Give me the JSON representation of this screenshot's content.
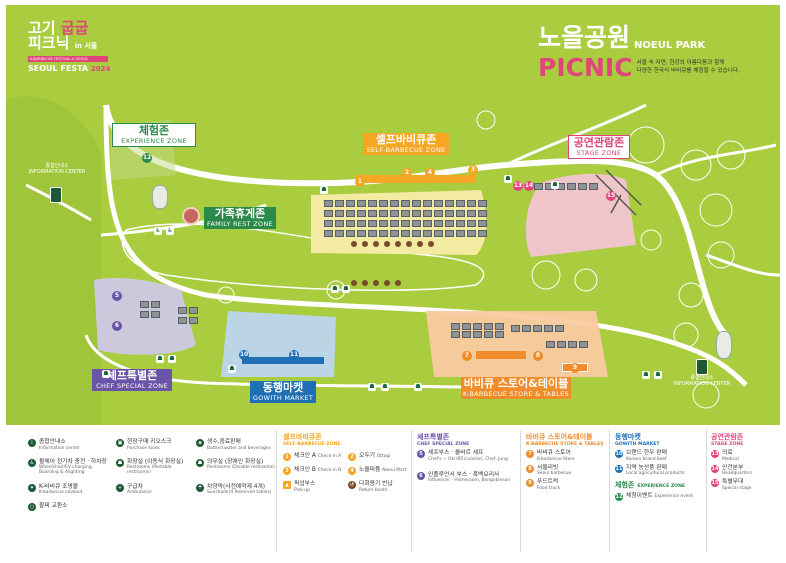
{
  "festival": {
    "line1": "고기",
    "line1_accent": "굽굽",
    "line2": "피크닉",
    "line2_accent": "in 서울",
    "subtitle": "K-BARBECUE FESTIVAL in SEOUL",
    "brand": "SEOUL FESTA",
    "year": "2024"
  },
  "park": {
    "name_ko": "노을공원",
    "name_en": "NOEUL PARK",
    "picnic": "PICNIC",
    "desc_1": "서울 속 자연, 한강의 아름다움과 함께",
    "desc_2": "다양한 한국식 바비큐를 체험할 수 있습니다."
  },
  "zones": {
    "experience": {
      "ko": "체험존",
      "en": "EXPERIENCE ZONE"
    },
    "self_bbq": {
      "ko": "셀프바비큐존",
      "en": "SELF-BARBECUE ZONE"
    },
    "stage": {
      "ko": "공연관람존",
      "en": "STAGE ZONE"
    },
    "family": {
      "ko": "가족휴게존",
      "en": "FAMILY REST ZONE"
    },
    "chef": {
      "ko": "셰프특별존",
      "en": "CHEF SPECIAL ZONE"
    },
    "market": {
      "ko": "동행마켓",
      "en": "GOWITH MARKET"
    },
    "store": {
      "ko": "바비큐 스토어&테이블",
      "en": "K-BARBECUE STORE & TABLES"
    }
  },
  "info_centers": [
    {
      "ko": "종합안내소",
      "en": "INFORMATION CENTER"
    },
    {
      "ko": "종합안내소",
      "en": "INFORMATION CENTER"
    }
  ],
  "map_numbers": {
    "n1": "1",
    "n2": "2",
    "n3": "3",
    "n4": "4",
    "n5": "5",
    "n6": "6",
    "n7": "7",
    "n8": "8",
    "n9": "9",
    "n10": "10",
    "n11": "11",
    "n12": "12",
    "n13": "13",
    "n14": "14",
    "n15": "15"
  },
  "legend": {
    "facilities": [
      {
        "ko": "종합안내소",
        "en": "Information center",
        "icon": "info-icon"
      },
      {
        "ko": "현장구매 키오스크",
        "en": "Purchase kiosk",
        "icon": "kiosk-icon"
      },
      {
        "ko": "생수,음료판매",
        "en": "Bottled water and beverages",
        "icon": "water-icon"
      },
      {
        "ko": "팔찌 교환소",
        "en": "",
        "icon": "bracelet-icon"
      },
      {
        "ko": "휠체어 전기차 충전 · 하차장",
        "en": "Wheelchair/EV charging, Boarding & Alighting",
        "icon": "wheelchair-icon"
      },
      {
        "ko": "화장실 (이동식 화장실)",
        "en": "Restrooms (Portable restrooms)",
        "icon": "restroom-icon"
      },
      {
        "ko": "의무실 (장애인 화장실)",
        "en": "Restrooms (Disable restrooms)",
        "icon": "accessible-restroom-icon"
      },
      {
        "ko": "K-바비큐 조명불",
        "en": "K-barbecue cookout",
        "icon": "fire-icon"
      },
      {
        "ko": "구급차",
        "en": "Ambulance",
        "icon": "ambulance-icon"
      },
      {
        "ko": "차양막(사전예약제 4개)",
        "en": "Sunshade(4 Reserved tables)",
        "icon": "sunshade-icon"
      }
    ],
    "self_bbq": {
      "ko": "셀프바비큐존",
      "en": "SELF-BARBECUE ZONE",
      "items": [
        {
          "num": "1",
          "ko": "체크인 A",
          "en": "Check-in A"
        },
        {
          "num": "2",
          "ko": "오두기",
          "en": "Ottogi"
        },
        {
          "num": "3",
          "ko": "체크인 B",
          "en": "Check-in B"
        },
        {
          "num": "4",
          "ko": "노을퍼퓸",
          "en": "Noeul Mart"
        },
        {
          "num": "",
          "ko": "픽업부스",
          "en": "Pick-up"
        },
        {
          "num": "",
          "ko": "다회용기 반납",
          "en": "Return booth"
        }
      ]
    },
    "chef": {
      "ko": "셰프특별존",
      "en": "CHEF SPECIAL ZONE",
      "items": [
        {
          "num": "5",
          "ko": "셰프부스 · 올바르 세프",
          "en": "Chef's ~ Ok(세프/cuisine), Chef, Jung"
        },
        {
          "num": "6",
          "ko": "인플루언서 부스 · 흑백요리사",
          "en": "Influencer - Homeroom, Bongubinson"
        }
      ]
    },
    "store": {
      "ko": "바비큐 스토어&테이블",
      "en": "K-BARBECUE STORE & TABLES",
      "items": [
        {
          "num": "7",
          "ko": "바비큐 스토어",
          "en": "K-barbecue Store"
        },
        {
          "num": "8",
          "ko": "서울리빗",
          "en": "Seoul barbecue"
        },
        {
          "num": "9",
          "ko": "푸드트럭",
          "en": "Food truck"
        }
      ]
    },
    "market": {
      "ko": "동행마켓",
      "en": "GOWITH MARKET",
      "items": [
        {
          "num": "10",
          "ko": "브랜드 한우 판매",
          "en": "Korean brand beef"
        },
        {
          "num": "11",
          "ko": "지역 농산품 판매",
          "en": "Local agricultural products"
        }
      ]
    },
    "experience": {
      "ko": "체험존",
      "en": "EXPERIENCE ZONE",
      "items": [
        {
          "num": "12",
          "ko": "체험이벤트",
          "en": "Experience event"
        }
      ]
    },
    "stage": {
      "ko": "공연관람존",
      "en": "STAGE ZONE",
      "items": [
        {
          "num": "13",
          "ko": "의료",
          "en": "Medical"
        },
        {
          "num": "14",
          "ko": "안전본부",
          "en": "Headquarters"
        },
        {
          "num": "15",
          "ko": "특별무대",
          "en": "Special stage"
        }
      ]
    }
  },
  "colors": {
    "grass": "#a9cd3f",
    "self_bbq": "#f7eca6",
    "stage": "#f2c4d1",
    "store": "#f9caa0",
    "market": "#bcd5ef",
    "chef": "#cfc8e6",
    "pink_accent": "#e0457b",
    "orange_accent": "#f08c2a",
    "purple_accent": "#6a54a8",
    "blue_accent": "#1f6fb5",
    "green_accent": "#2b8a4a"
  }
}
